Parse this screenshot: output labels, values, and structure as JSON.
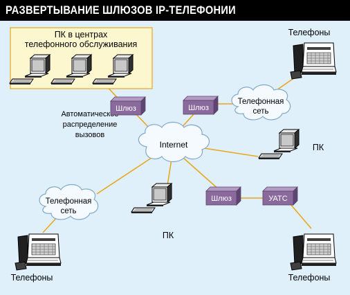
{
  "title": "РАЗВЕРТЫВАНИЕ ШЛЮЗОВ IP-ТЕЛЕФОНИИ",
  "call_center": {
    "line1": "ПК в центрах",
    "line2": "телефонного обслуживания"
  },
  "acd": {
    "line1": "Автоматическое",
    "line2": "распределение",
    "line3": "вызовов"
  },
  "internet": "Internet",
  "gateway": "Шлюз",
  "pbx": "УАТС",
  "phone_network": {
    "line1": "Телефонная",
    "line2": "сеть"
  },
  "phones_label": "Телефоны",
  "pc_label": "ПК",
  "colors": {
    "line": "#e8a61e",
    "box": "#8a6a9c",
    "background": "#e0f0fa",
    "panel": "#fdf7cf",
    "title_bar": "#000000"
  }
}
